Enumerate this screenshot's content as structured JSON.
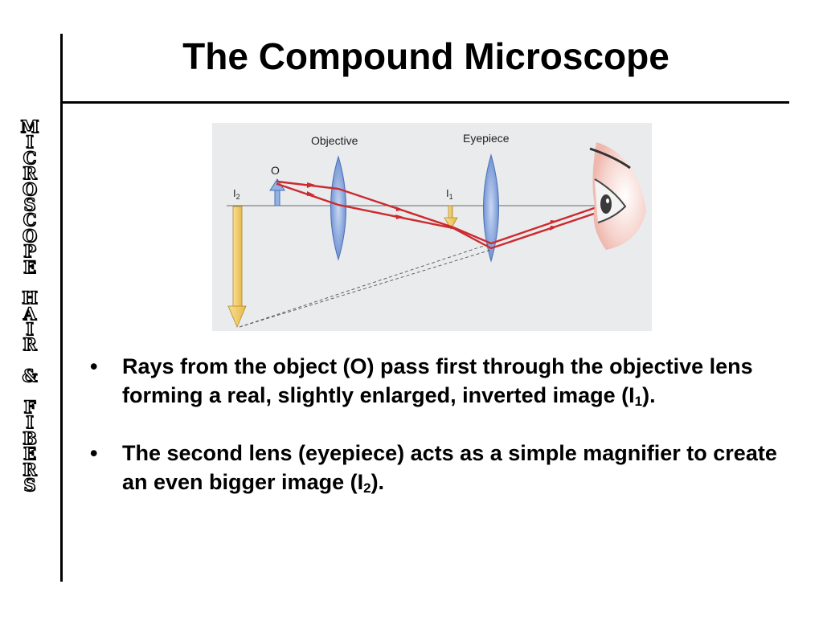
{
  "slide": {
    "title": "The Compound Microscope",
    "side_text": [
      "M",
      "I",
      "C",
      "R",
      "O",
      "S",
      "C",
      "O",
      "P",
      "E",
      " ",
      "H",
      "A",
      "I",
      "R",
      " ",
      "&",
      " ",
      "F",
      "I",
      "B",
      "E",
      "R",
      "S"
    ]
  },
  "figure": {
    "labels": {
      "objective": "Objective",
      "eyepiece": "Eyepiece",
      "object": "O",
      "image1_main": "I",
      "image1_sub": "1",
      "image2_main": "I",
      "image2_sub": "2"
    },
    "colors": {
      "background": "#e9ebec",
      "lens": "#7f9fd8",
      "ray": "#cc2a2f",
      "image_arrow": "#f3d27a",
      "object_arrow": "#8fb3e3"
    }
  },
  "bullets": [
    {
      "pre": "Rays from the object (O) pass first through the objective lens forming a real, slightly enlarged, inverted image (I",
      "sub": "1",
      "post": ")."
    },
    {
      "pre": "The second lens (eyepiece) acts as a simple magnifier to create an even bigger image (I",
      "sub": "2",
      "post": ")."
    }
  ],
  "bullet_symbol": "•"
}
